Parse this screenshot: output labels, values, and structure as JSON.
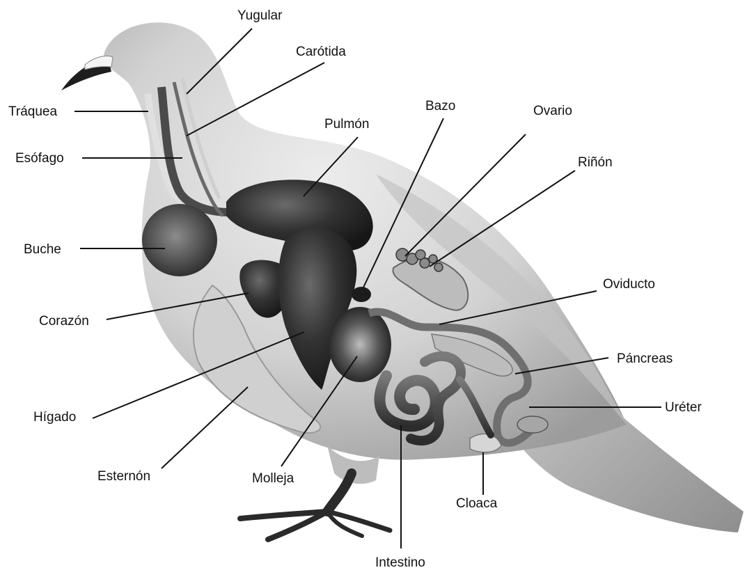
{
  "colors": {
    "body_light": "#e2e2e2",
    "body_mid": "#bdbdbd",
    "body_shadow": "#8a8a8a",
    "organ_dark": "#262626",
    "organ_mid": "#4a4a4a",
    "organ_light": "#9a9a9a",
    "leader": "#111111"
  },
  "labels": {
    "yugular": "Yugular",
    "carotida": "Carótida",
    "traquea": "Tráquea",
    "esofago": "Esófago",
    "pulmon": "Pulmón",
    "bazo": "Bazo",
    "ovario": "Ovario",
    "rinon": "Riñón",
    "buche": "Buche",
    "oviducto": "Oviducto",
    "corazon": "Corazón",
    "pancreas": "Páncreas",
    "ureter": "Uréter",
    "higado": "Hígado",
    "esternon": "Esternón",
    "molleja": "Molleja",
    "cloaca": "Cloaca",
    "intestino": "Intestino"
  }
}
